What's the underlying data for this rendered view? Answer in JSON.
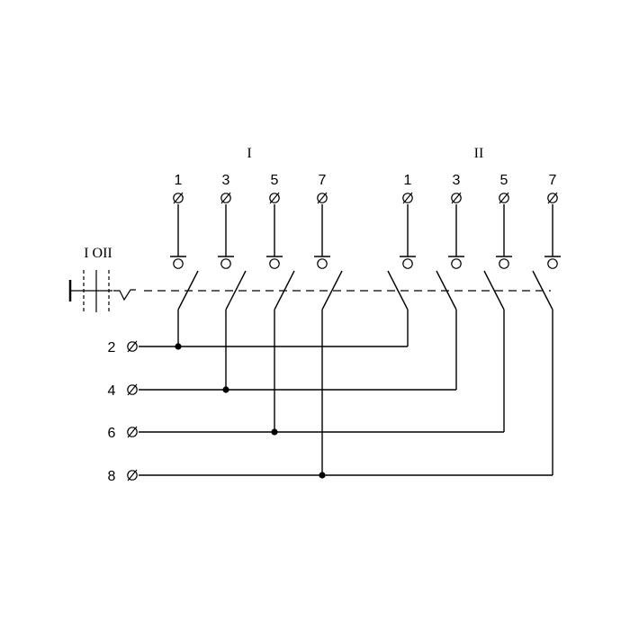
{
  "groups": [
    {
      "label": "I",
      "contacts": [
        {
          "label": "1",
          "output": 0
        },
        {
          "label": "3",
          "output": 1
        },
        {
          "label": "5",
          "output": 2
        },
        {
          "label": "7",
          "output": 3
        }
      ]
    },
    {
      "label": "II",
      "contacts": [
        {
          "label": "1",
          "output": 0
        },
        {
          "label": "3",
          "output": 1
        },
        {
          "label": "5",
          "output": 2
        },
        {
          "label": "7",
          "output": 3
        }
      ]
    }
  ],
  "outputs": [
    {
      "label": "2"
    },
    {
      "label": "4"
    },
    {
      "label": "6"
    },
    {
      "label": "8"
    }
  ],
  "selector": {
    "label": "I OII"
  },
  "colors": {
    "line": "#000000",
    "background": "#ffffff"
  }
}
